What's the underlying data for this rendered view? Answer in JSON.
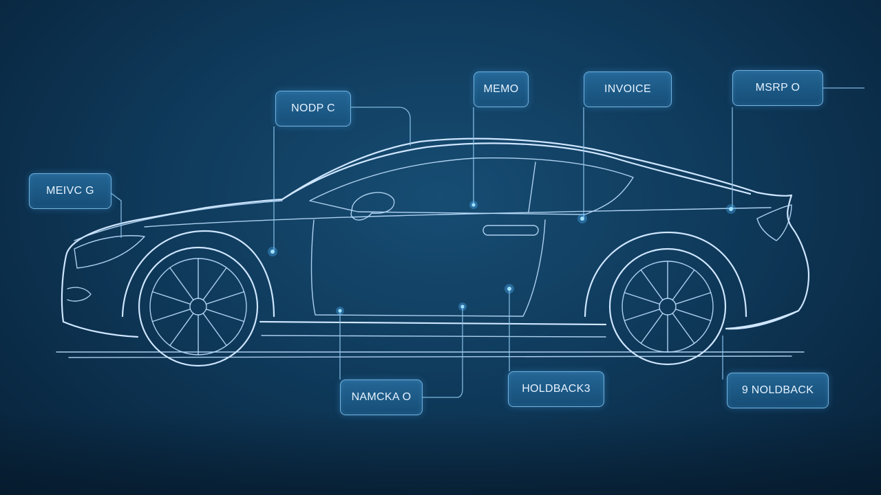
{
  "colors": {
    "background": "#0f3a5b",
    "line": "#cfe6ff",
    "label_fill": "#1f5f8c",
    "label_border": "#82c3f0",
    "text": "#e6f3ff"
  },
  "labels": {
    "nodp": "NODP  C",
    "memo": "MEMO",
    "invoice": "INVOICE",
    "msrp": "MSRP  O",
    "meivc": "MEIVC  G",
    "namcka": "NAMCKA  O",
    "holdback_center": "HOLDBACK3",
    "holdback_right": "9 NOLDBACK"
  }
}
